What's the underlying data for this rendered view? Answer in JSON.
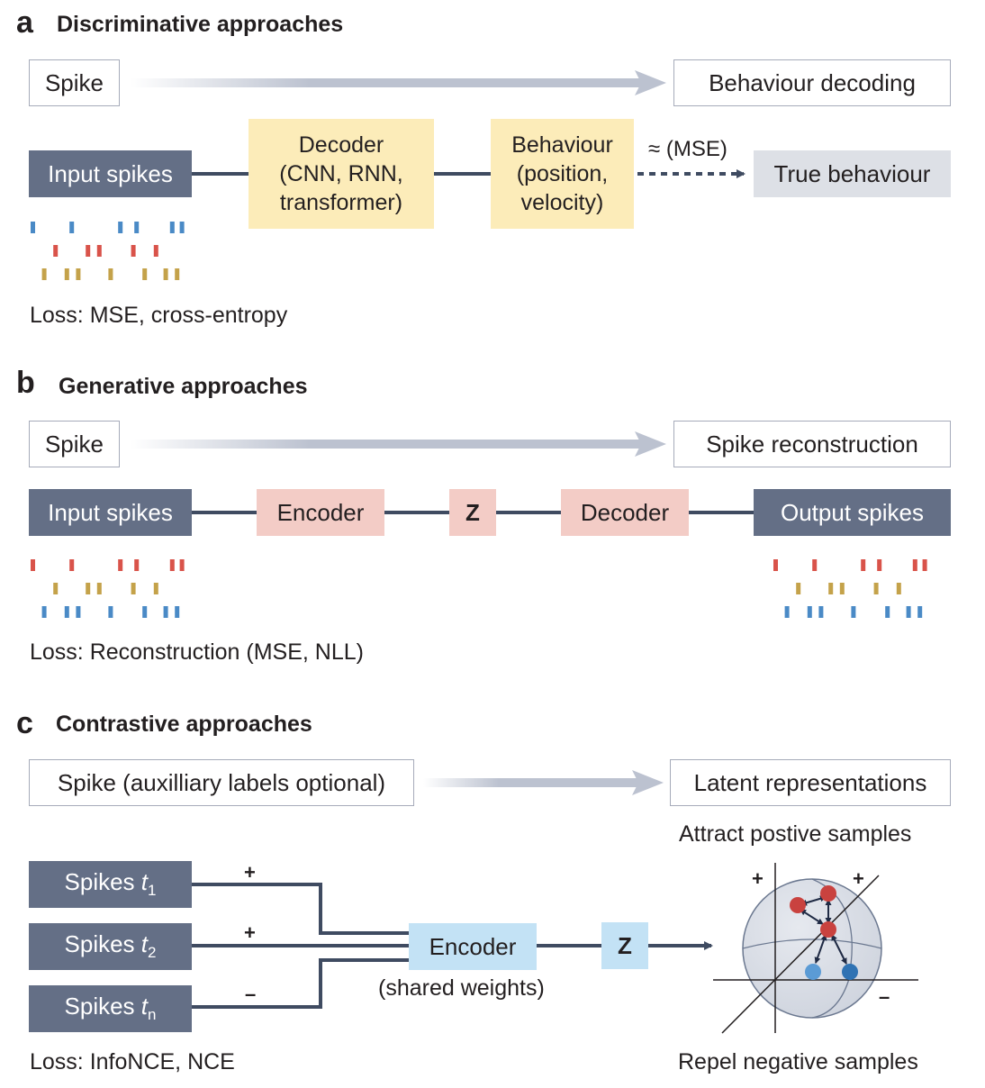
{
  "panels": {
    "a": {
      "letter": "a",
      "title": "Discriminative approaches",
      "flow_from": "Spike",
      "flow_to": "Behaviour decoding",
      "input": "Input spikes",
      "model": [
        "Decoder",
        "(CNN, RNN,",
        "transformer)"
      ],
      "output": [
        "Behaviour",
        "(position,",
        "velocity)"
      ],
      "compare_label": "≈ (MSE)",
      "target": "True behaviour",
      "loss": "Loss: MSE, cross-entropy"
    },
    "b": {
      "letter": "b",
      "title": "Generative approaches",
      "flow_from": "Spike",
      "flow_to": "Spike reconstruction",
      "input": "Input spikes",
      "encoder": "Encoder",
      "latent": "Z",
      "decoder": "Decoder",
      "output": "Output spikes",
      "loss": "Loss: Reconstruction (MSE, NLL)"
    },
    "c": {
      "letter": "c",
      "title": "Contrastive approaches",
      "flow_from": "Spike (auxilliary labels optional)",
      "flow_to": "Latent representations",
      "inputs": [
        {
          "label": "Spikes ",
          "var": "t",
          "sub": "1",
          "sign": "+"
        },
        {
          "label": "Spikes ",
          "var": "t",
          "sub": "2",
          "sign": "+"
        },
        {
          "label": "Spikes ",
          "var": "t",
          "sub": "n",
          "sign": "–"
        }
      ],
      "encoder": "Encoder",
      "encoder_note": "(shared weights)",
      "latent": "Z",
      "attract": "Attract postive samples",
      "repel": "Repel negative samples",
      "quadrant_signs": [
        "+",
        "+",
        "–",
        "–"
      ],
      "loss": "Loss: InfoNCE, NCE"
    }
  },
  "colors": {
    "dark_box": "#646f86",
    "line": "#3f4b61",
    "decoder_yellow": "#fcecb9",
    "vae_pink": "#f3ccc6",
    "contrastive_blue": "#c3e2f5",
    "flow_arrow": "#bcc2d0",
    "spike_blue": "#4a8ac6",
    "spike_red": "#d9534a",
    "spike_gold": "#c4a24a",
    "positive_point": "#c9423f",
    "negative_point_light": "#5b9bd5",
    "negative_point_dark": "#2f72b3"
  },
  "rasters": {
    "a_input": [
      {
        "color": "spike_blue",
        "times": [
          0.0,
          0.24,
          0.54,
          0.64,
          0.86,
          0.92
        ]
      },
      {
        "color": "spike_red",
        "times": [
          0.14,
          0.34,
          0.41,
          0.62,
          0.76
        ]
      },
      {
        "color": "spike_gold",
        "times": [
          0.07,
          0.21,
          0.28,
          0.48,
          0.69,
          0.82,
          0.89
        ]
      }
    ],
    "b_input": [
      {
        "color": "spike_red",
        "times": [
          0.0,
          0.24,
          0.54,
          0.64,
          0.86,
          0.92
        ]
      },
      {
        "color": "spike_gold",
        "times": [
          0.14,
          0.34,
          0.41,
          0.62,
          0.76
        ]
      },
      {
        "color": "spike_blue",
        "times": [
          0.07,
          0.21,
          0.28,
          0.48,
          0.69,
          0.82,
          0.89
        ]
      }
    ],
    "b_output": [
      {
        "color": "spike_red",
        "times": [
          0.0,
          0.24,
          0.54,
          0.64,
          0.86,
          0.92
        ]
      },
      {
        "color": "spike_gold",
        "times": [
          0.14,
          0.34,
          0.41,
          0.62,
          0.76
        ]
      },
      {
        "color": "spike_blue",
        "times": [
          0.07,
          0.21,
          0.28,
          0.48,
          0.69,
          0.82,
          0.89
        ]
      }
    ]
  }
}
